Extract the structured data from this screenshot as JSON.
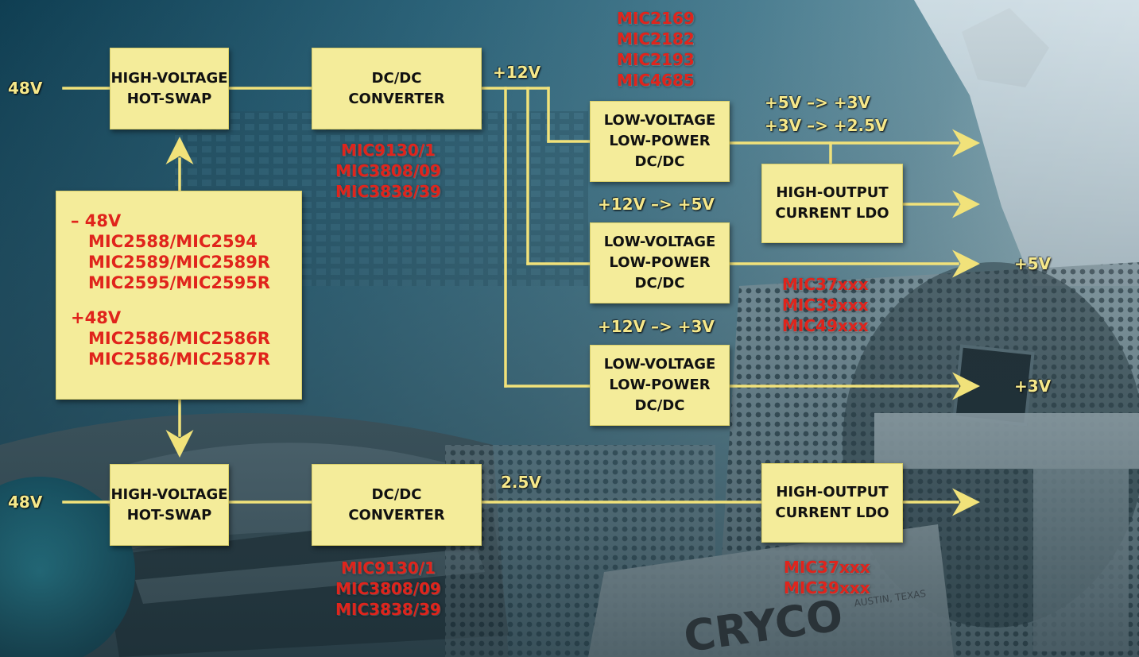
{
  "colors": {
    "box_fill": "#f4ec9a",
    "wire": "#f1e27a",
    "label": "#f6e88a",
    "part_number": "#e0241c"
  },
  "inputs": {
    "top": "48V",
    "bottom": "48V"
  },
  "boxes": {
    "hotswap_top": {
      "line1": "HIGH-VOLTAGE",
      "line2": "HOT-SWAP"
    },
    "dcdc_top": {
      "line1": "DC/DC",
      "line2": "CONVERTER"
    },
    "hotswap_bottom": {
      "line1": "HIGH-VOLTAGE",
      "line2": "HOT-SWAP"
    },
    "dcdc_bottom": {
      "line1": "DC/DC",
      "line2": "CONVERTER"
    },
    "lv1": {
      "line1": "LOW-VOLTAGE",
      "line2": "LOW-POWER",
      "line3": "DC/DC"
    },
    "lv2": {
      "line1": "LOW-VOLTAGE",
      "line2": "LOW-POWER",
      "line3": "DC/DC"
    },
    "lv3": {
      "line1": "LOW-VOLTAGE",
      "line2": "LOW-POWER",
      "line3": "DC/DC"
    },
    "ldo_top": {
      "line1": "HIGH-OUTPUT",
      "line2": "CURRENT LDO"
    },
    "ldo_bottom": {
      "line1": "HIGH-OUTPUT",
      "line2": "CURRENT LDO"
    }
  },
  "controller": {
    "neg_heading": "– 48V",
    "neg_parts": [
      "MIC2588/MIC2594",
      "MIC2589/MIC2589R",
      "MIC2595/MIC2595R"
    ],
    "pos_heading": "+48V",
    "pos_parts": [
      "MIC2586/MIC2586R",
      "MIC2586/MIC2587R"
    ]
  },
  "labels": {
    "rail_12v": "+12V",
    "conv_5_3": "+5V –> +3V",
    "conv_3_25": "+3V –> +2.5V",
    "conv_12_5": "+12V –> +5V",
    "conv_12_3": "+12V –> +3V",
    "out_5v": "+5V",
    "out_3v": "+3V",
    "rail_25v": "2.5V"
  },
  "part_groups": {
    "top_right": [
      "MIC2169",
      "MIC2182",
      "MIC2193",
      "MIC4685"
    ],
    "dcdc_top": [
      "MIC9130/1",
      "MIC3808/09",
      "MIC3838/39"
    ],
    "lv_middle": [
      "MIC37xxx",
      "MIC39xxx",
      "MIC49xxx"
    ],
    "dcdc_bottom": [
      "MIC9130/1",
      "MIC3808/09",
      "MIC3838/39"
    ],
    "ldo_bottom": [
      "MIC37xxx",
      "MIC39xxx"
    ]
  },
  "background_text": {
    "brand": "CRYCO",
    "location": "AUSTIN, TEXAS"
  }
}
